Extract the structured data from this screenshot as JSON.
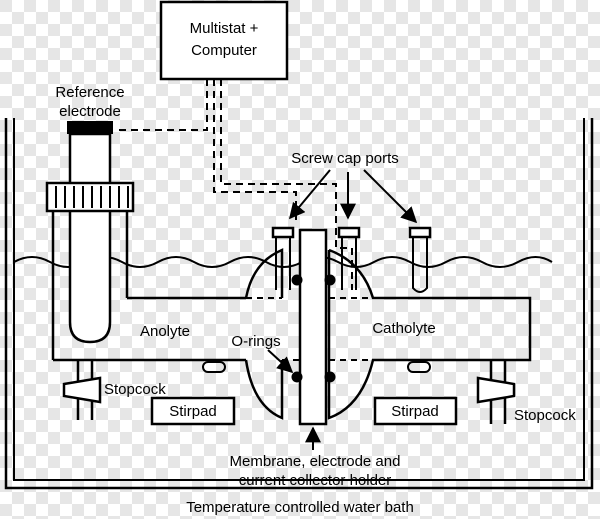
{
  "labels": {
    "multistat_line1": "Multistat +",
    "multistat_line2": "Computer",
    "reference_line1": "Reference",
    "reference_line2": "electrode",
    "screw_cap_ports": "Screw cap ports",
    "anolyte": "Anolyte",
    "catholyte": "Catholyte",
    "o_rings": "O-rings",
    "stopcock_left": "Stopcock",
    "stopcock_right": "Stopcock",
    "stirpad_left": "Stirpad",
    "stirpad_right": "Stirpad",
    "membrane_line1": "Membrane, electrode and",
    "membrane_line2": "current collector holder",
    "water_bath": "Temperature controlled water bath"
  },
  "colors": {
    "line": "#000000",
    "checker_light": "#ffffff",
    "checker_dark": "#e6e6e6"
  }
}
